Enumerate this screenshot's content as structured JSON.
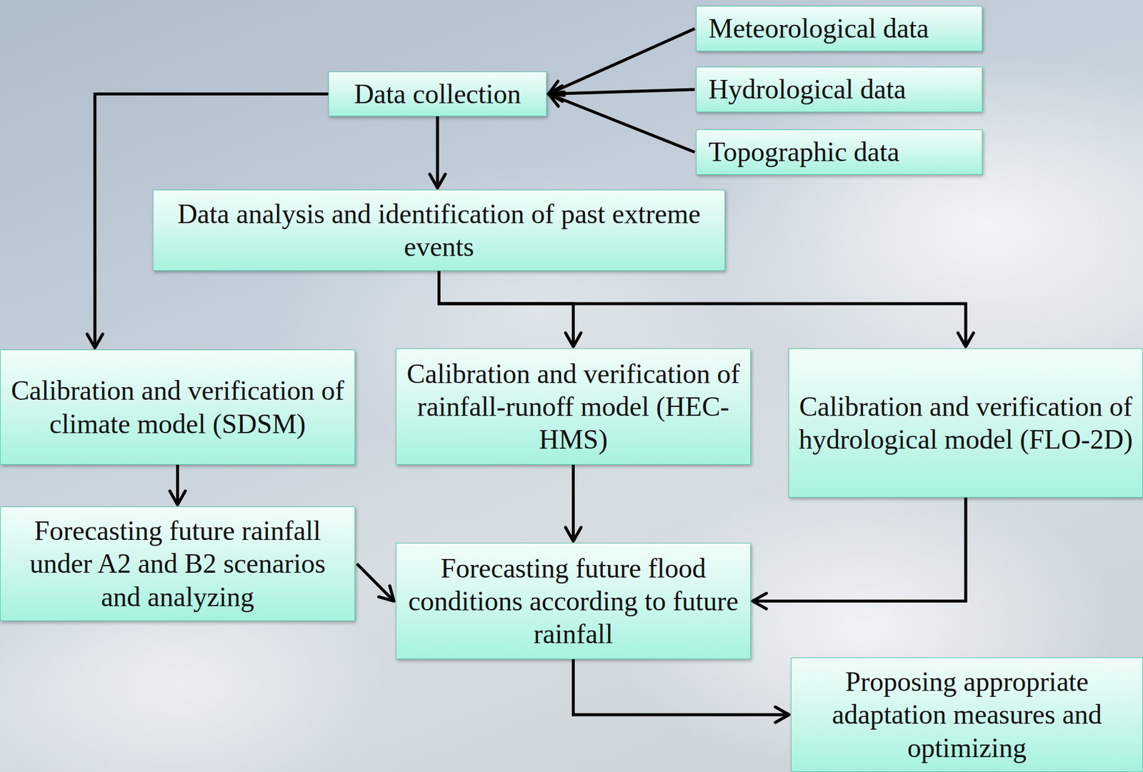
{
  "diagram": {
    "nodes": [
      {
        "text": [
          "Data collection"
        ]
      },
      {
        "text": [
          "Meteorological data"
        ]
      },
      {
        "text": [
          "Hydrological data"
        ]
      },
      {
        "text": [
          "Topographic data"
        ]
      },
      {
        "text": [
          "Data analysis and identification of past extreme events"
        ]
      },
      {
        "text": [
          "Calibration and verification of climate model (SDSM)"
        ]
      },
      {
        "text": [
          "Calibration and verification of rainfall-runoff model (HEC-HMS)"
        ]
      },
      {
        "text": [
          "Calibration and verification of hydrological model (FLO-2D)"
        ]
      },
      {
        "text": [
          "Forecasting future rainfall under A2 and B2 scenarios and analyzing"
        ]
      },
      {
        "text": [
          "Forecasting future flood conditions according to future rainfall"
        ]
      },
      {
        "text": [
          "Proposing appropriate adaptation measures and optimizing"
        ]
      }
    ],
    "edges": [
      {
        "from": 1,
        "to": 0,
        "arrow": "to"
      },
      {
        "from": 2,
        "to": 0,
        "arrow": "to"
      },
      {
        "from": 3,
        "to": 0,
        "arrow": "to"
      },
      {
        "from": 0,
        "to": 4,
        "arrow": "to"
      },
      {
        "from": 0,
        "to": 5,
        "arrow": "to"
      },
      {
        "from": 4,
        "to": 6,
        "arrow": "to"
      },
      {
        "from": 4,
        "to": 7,
        "arrow": "to"
      },
      {
        "from": 5,
        "to": 8,
        "arrow": "to"
      },
      {
        "from": 6,
        "to": 9,
        "arrow": "to"
      },
      {
        "from": 7,
        "to": 9,
        "arrow": "to"
      },
      {
        "from": 8,
        "to": 9,
        "arrow": "to"
      },
      {
        "from": 9,
        "to": 10,
        "arrow": "to"
      }
    ]
  }
}
